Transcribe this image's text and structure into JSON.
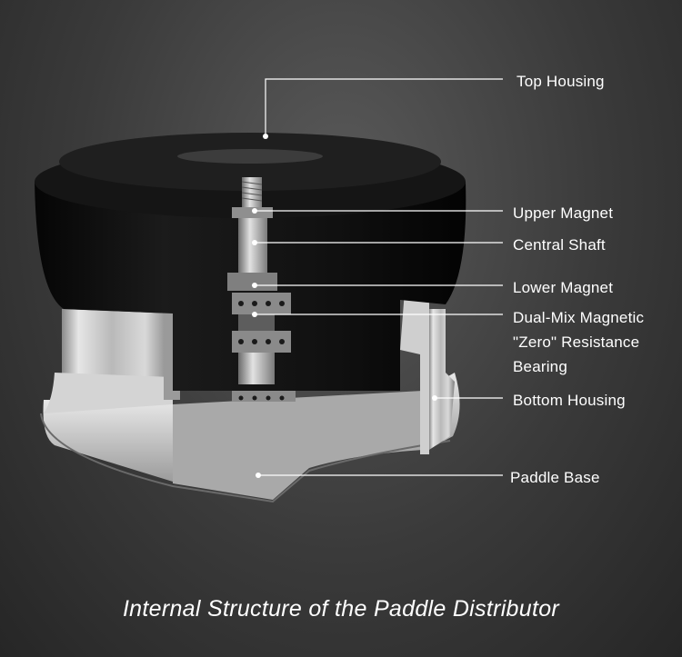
{
  "diagram": {
    "caption": "Internal Structure of the Paddle Distributor",
    "callouts": [
      {
        "id": "top-housing",
        "label": "Top Housing"
      },
      {
        "id": "upper-magnet",
        "label": "Upper Magnet"
      },
      {
        "id": "central-shaft",
        "label": "Central Shaft"
      },
      {
        "id": "lower-magnet",
        "label": "Lower Magnet"
      },
      {
        "id": "bearing",
        "label": "Dual-Mix Magnetic\n\"Zero\" Resistance\nBearing"
      },
      {
        "id": "bottom-housing",
        "label": "Bottom Housing"
      },
      {
        "id": "paddle-base",
        "label": "Paddle Base"
      }
    ]
  },
  "colors": {
    "background": "#3a3a3a",
    "housing_black": "#111111",
    "metal_silver": "#c8c8c8",
    "line_white": "#ffffff"
  }
}
